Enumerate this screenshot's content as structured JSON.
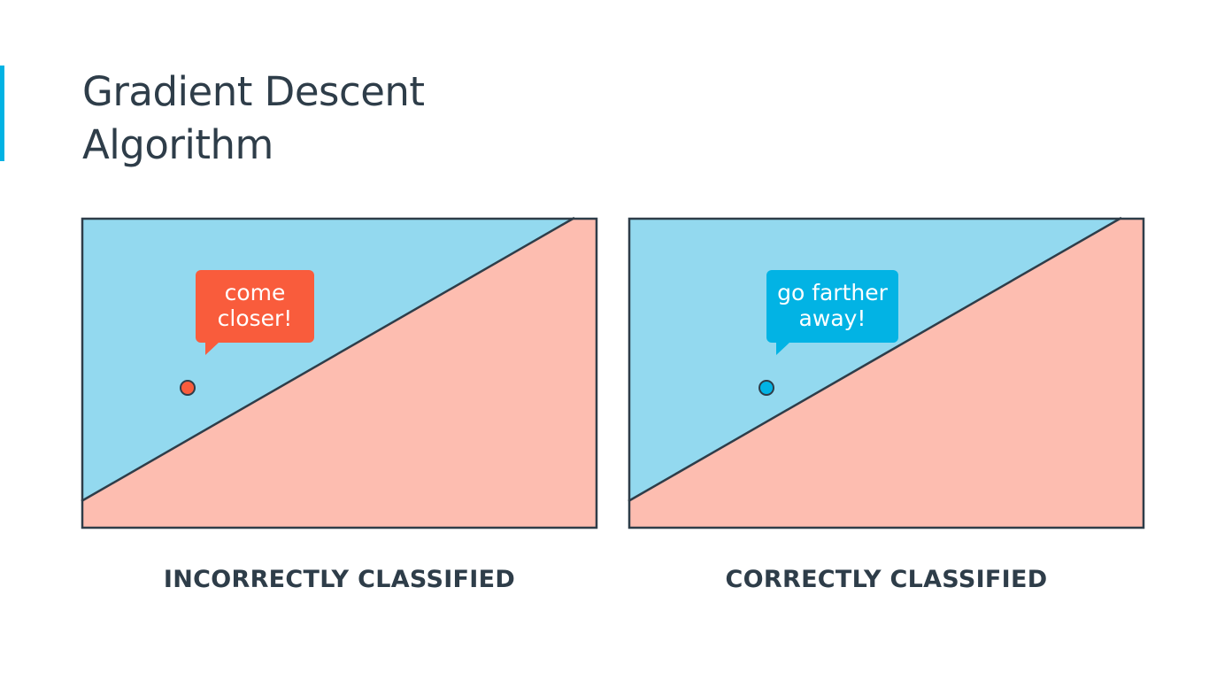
{
  "colors": {
    "accent": "#02b3e4",
    "title_text": "#2e3d49",
    "blue_region": "#93d9ef",
    "red_region": "#fdbdb0",
    "border": "#2e3d49",
    "red_point": "#f95c3c",
    "blue_point": "#02b3e4"
  },
  "title": {
    "line1": "Gradient Descent",
    "line2": "Algorithm"
  },
  "panels": [
    {
      "bubble": {
        "line1": "come",
        "line2": "closer!"
      },
      "point_color": "red",
      "caption": "INCORRECTLY CLASSIFIED"
    },
    {
      "bubble": {
        "line1": "go farther",
        "line2": "away!"
      },
      "point_color": "blue",
      "caption": "CORRECTLY CLASSIFIED"
    }
  ]
}
